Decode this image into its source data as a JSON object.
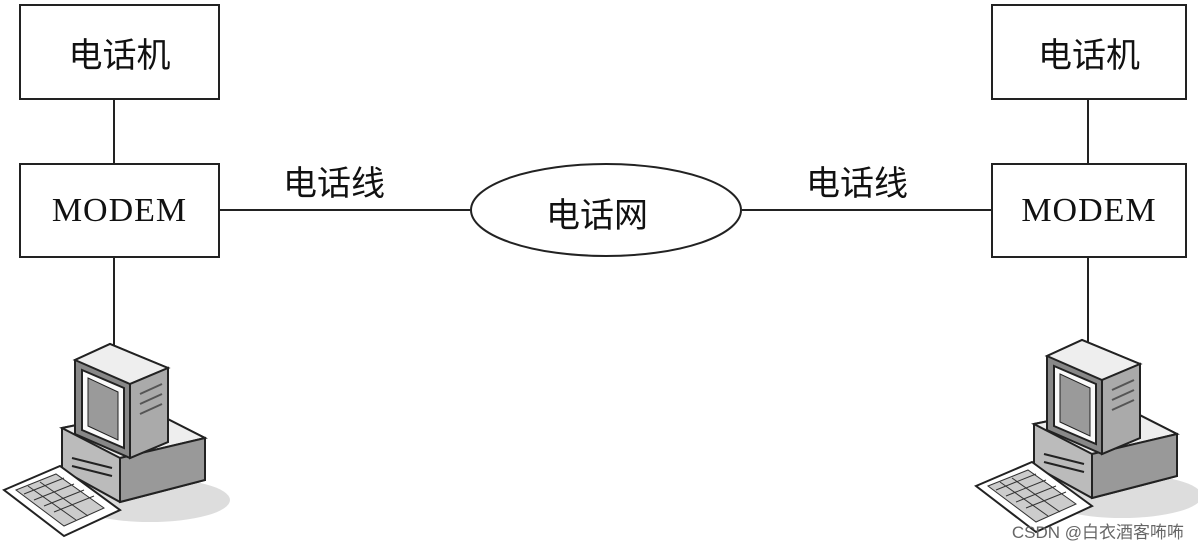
{
  "left": {
    "phone_label": "电话机",
    "modem_label": "MODEM",
    "line_label": "电话线"
  },
  "right": {
    "phone_label": "电话机",
    "modem_label": "MODEM",
    "line_label": "电话线"
  },
  "network": {
    "label": "电话网"
  },
  "watermark": "CSDN @白衣酒客咘咘",
  "icons": [
    "computer-icon",
    "keyboard-icon"
  ]
}
